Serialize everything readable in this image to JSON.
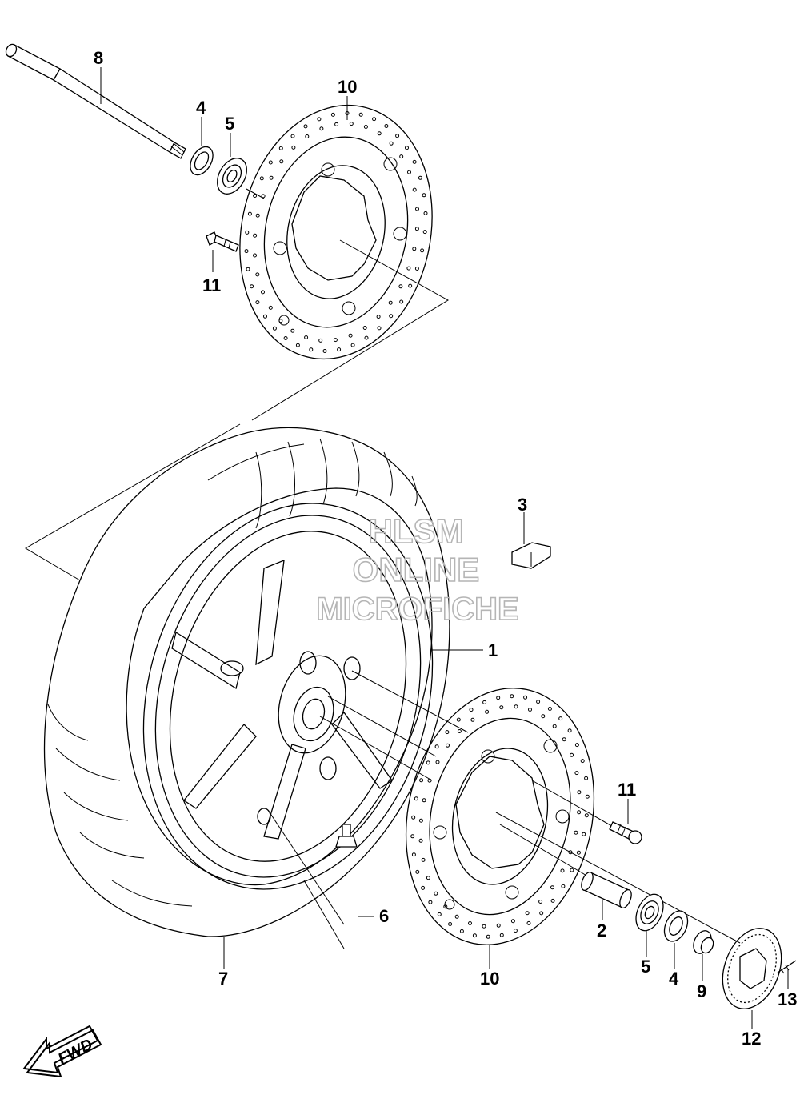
{
  "diagram": {
    "callouts": [
      {
        "id": "c8",
        "label": "8"
      },
      {
        "id": "c10a",
        "label": "10"
      },
      {
        "id": "c4a",
        "label": "4"
      },
      {
        "id": "c5a",
        "label": "5"
      },
      {
        "id": "c11a",
        "label": "11"
      },
      {
        "id": "c3",
        "label": "3"
      },
      {
        "id": "c1",
        "label": "1"
      },
      {
        "id": "c11b",
        "label": "11"
      },
      {
        "id": "c6",
        "label": "6"
      },
      {
        "id": "c2",
        "label": "2"
      },
      {
        "id": "c7",
        "label": "7"
      },
      {
        "id": "c10b",
        "label": "10"
      },
      {
        "id": "c5b",
        "label": "5"
      },
      {
        "id": "c4b",
        "label": "4"
      },
      {
        "id": "c9",
        "label": "9"
      },
      {
        "id": "c13",
        "label": "13"
      },
      {
        "id": "c12",
        "label": "12"
      }
    ],
    "watermark": {
      "line1": "HLSM",
      "line2": "ONLINE",
      "line3": "MICROFICHE"
    },
    "fwd_label": "FWD"
  }
}
